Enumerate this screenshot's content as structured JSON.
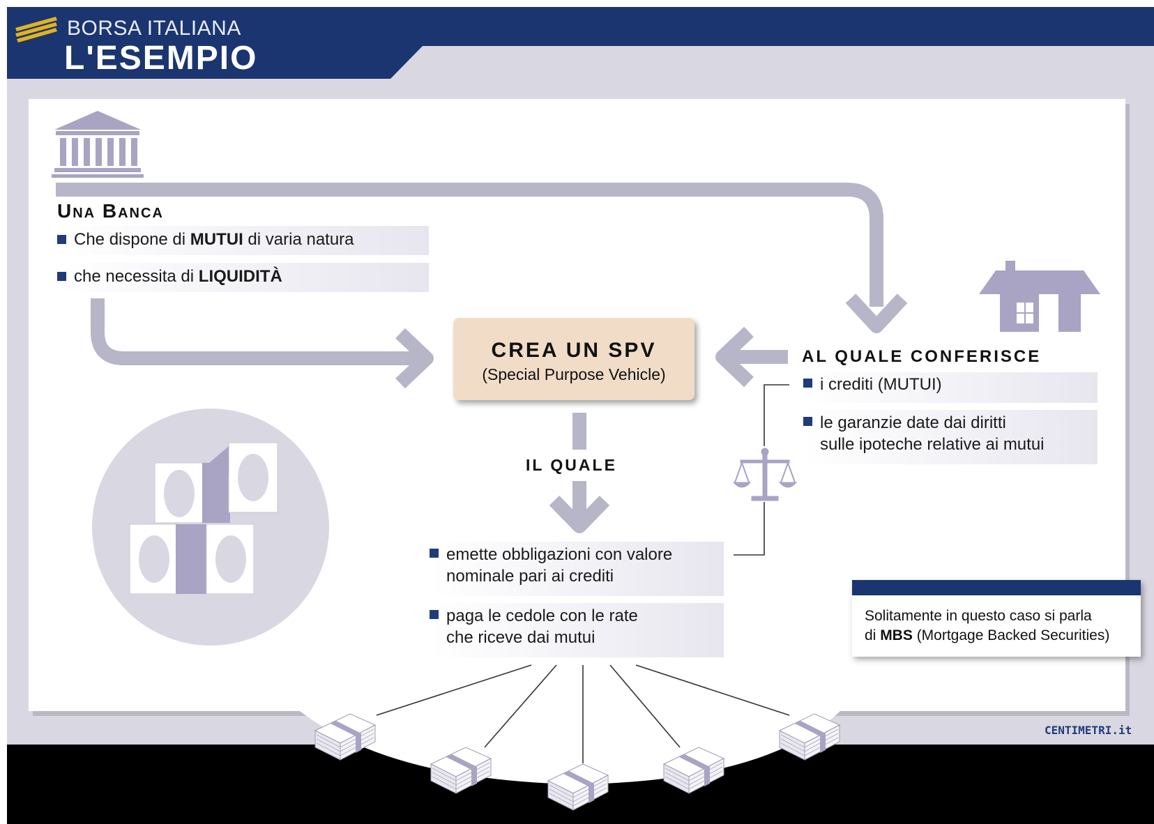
{
  "header": {
    "brand": "BORSA ITALIANA",
    "title": "L'ESEMPIO"
  },
  "bank": {
    "heading": "Una Banca",
    "items": [
      {
        "before": "Che dispone di ",
        "bold": "MUTUI",
        "after": " di varia natura"
      },
      {
        "before": "che necessita di ",
        "bold": "LIQUIDITÀ",
        "after": ""
      }
    ]
  },
  "spv": {
    "title": "CREA UN SPV",
    "subtitle": "(Special Purpose Vehicle)"
  },
  "conferisce": {
    "heading": "AL QUALE CONFERISCE",
    "items": [
      {
        "line1": "i crediti (MUTUI)",
        "line2": ""
      },
      {
        "line1": "le garanzie date dai diritti",
        "line2": "sulle ipoteche relative ai mutui"
      }
    ]
  },
  "il_quale": {
    "heading": "IL QUALE",
    "items": [
      {
        "line1": "emette obbligazioni con valore",
        "line2": "nominale pari ai crediti"
      },
      {
        "line1": "paga le cedole con le rate",
        "line2": "che riceve dai mutui"
      }
    ]
  },
  "note": {
    "line1": "Solitamente in questo caso si parla",
    "line2_before": "di ",
    "line2_bold": "MBS",
    "line2_after": " (Mortgage Backed Securities)"
  },
  "credit": "CENTIMETRI.it",
  "colors": {
    "header_navy": "#1b3570",
    "panel_gray": "#d9d8e2",
    "arrow_gray": "#b7b6c8",
    "icon_purple": "#a9a3c4",
    "spv_fill": "#f1ddc7",
    "bullet_blue": "#1f3b7a"
  },
  "icons": [
    "bank-building-icon",
    "house-icon",
    "scales-icon",
    "banknotes-icon",
    "money-bundle-icon"
  ]
}
